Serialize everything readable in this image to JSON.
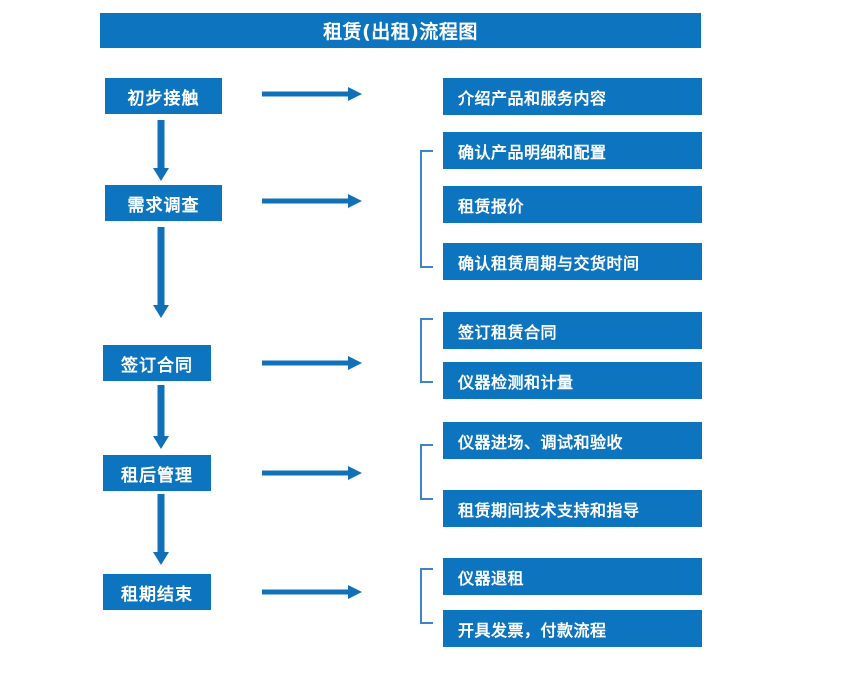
{
  "diagram": {
    "title": "租赁(出租)流程图",
    "type": "flowchart",
    "colors": {
      "box_blue": "#0d74bf",
      "arrow_blue": "#1071b8",
      "bracket_blue": "#3a86c8",
      "text_white": "#ffffff",
      "background": "#ffffff"
    },
    "stages": [
      {
        "id": "stage-1",
        "label": "初步接触",
        "details": [
          "介绍产品和服务内容"
        ],
        "has_bracket": false,
        "has_down_arrow": true,
        "has_right_arrow": true
      },
      {
        "id": "stage-2",
        "label": "需求调查",
        "details": [
          "确认产品明细和配置",
          "租赁报价",
          "确认租赁周期与交货时间"
        ],
        "has_bracket": true,
        "has_down_arrow": true,
        "has_right_arrow": true
      },
      {
        "id": "stage-3",
        "label": "签订合同",
        "details": [
          "签订租赁合同",
          "仪器检测和计量"
        ],
        "has_bracket": true,
        "has_down_arrow": true,
        "has_right_arrow": true
      },
      {
        "id": "stage-4",
        "label": "租后管理",
        "details": [
          "仪器进场、调试和验收",
          "租赁期间技术支持和指导"
        ],
        "has_bracket": true,
        "has_down_arrow": true,
        "has_right_arrow": true
      },
      {
        "id": "stage-5",
        "label": "租期结束",
        "details": [
          "仪器退租",
          "开具发票，付款流程"
        ],
        "has_bracket": true,
        "has_down_arrow": false,
        "has_right_arrow": true
      }
    ]
  }
}
